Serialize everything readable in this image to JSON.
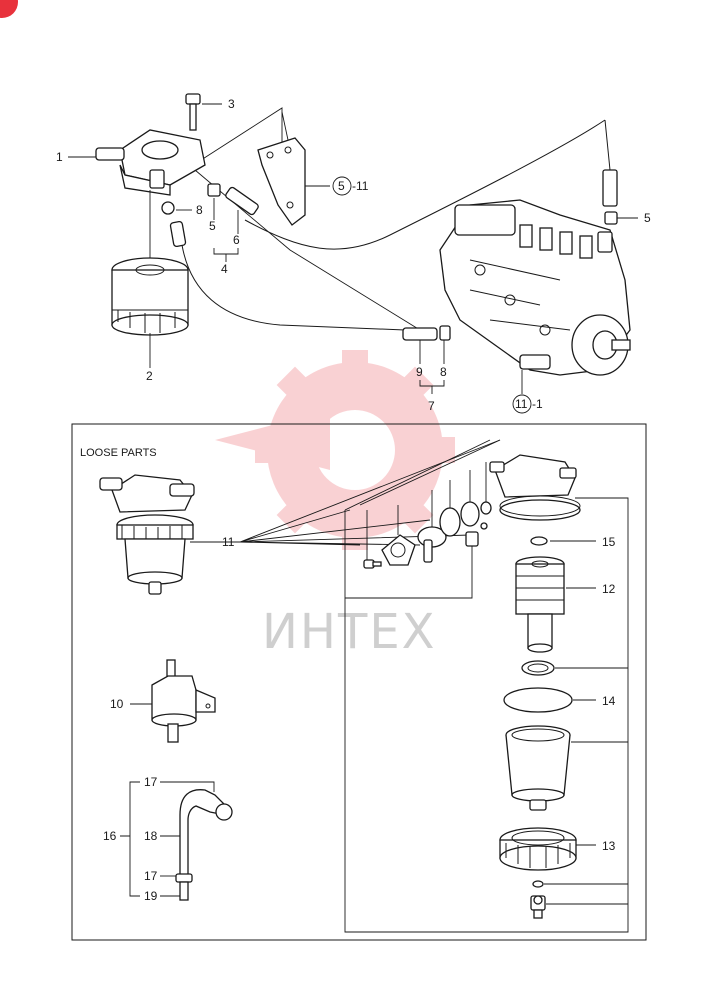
{
  "loose_parts_title": "LOOSE PARTS",
  "watermark": "ИНТЕХ",
  "callouts": {
    "c1": "1",
    "c2": "2",
    "c3": "3",
    "c4": "4",
    "c5a": "5",
    "c5b": "5",
    "c5_11": "5",
    "c5_11_suffix": "-11",
    "c6": "6",
    "c7": "7",
    "c8a": "8",
    "c8b": "8",
    "c9": "9",
    "c10": "10",
    "c11": "11",
    "c11_1": "11",
    "c11_1_suffix": "-1",
    "c12": "12",
    "c13": "13",
    "c14": "14",
    "c15": "15",
    "c16": "16",
    "c17a": "17",
    "c17b": "17",
    "c18": "18",
    "c19": "19"
  },
  "colors": {
    "ink": "#1a1a1a",
    "watermark_red": "#e8323c",
    "watermark_gray": "#cfcfcf"
  }
}
